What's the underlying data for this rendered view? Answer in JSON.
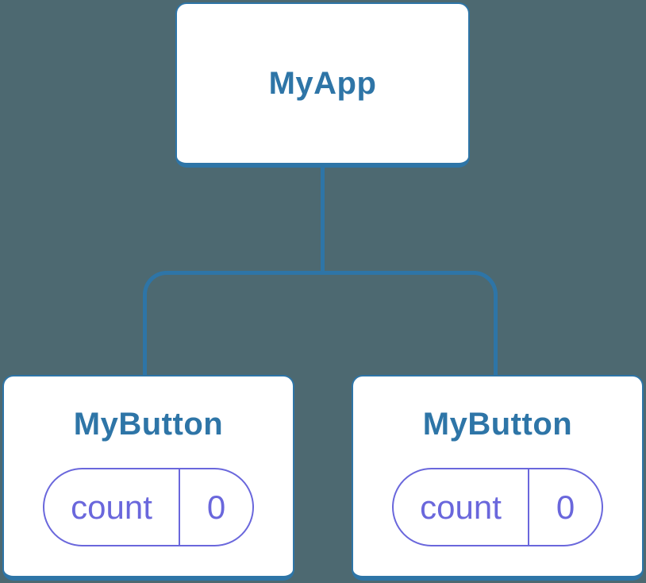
{
  "colors": {
    "background": "#4D6971",
    "node_bg": "#FFFFFF",
    "node_border": "#2E75A7",
    "node_title": "#2E75A7",
    "state_accent": "#6A67DC"
  },
  "tree": {
    "root": {
      "label": "MyApp"
    },
    "children": [
      {
        "label": "MyButton",
        "state": {
          "key": "count",
          "value": "0"
        }
      },
      {
        "label": "MyButton",
        "state": {
          "key": "count",
          "value": "0"
        }
      }
    ]
  }
}
